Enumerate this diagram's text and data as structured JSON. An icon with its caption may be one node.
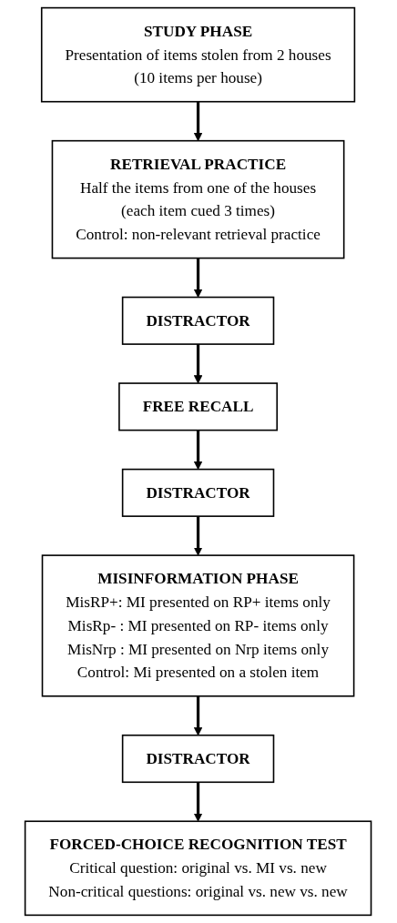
{
  "diagram": {
    "nodes": [
      {
        "text": [
          "STUDY PHASE",
          "Presentation of items stolen from 2 houses",
          "(10 items per house)"
        ]
      },
      {
        "text": [
          "RETRIEVAL PRACTICE",
          "Half the items from one of the houses",
          "(each item cued 3 times)",
          "Control: non-relevant retrieval practice"
        ]
      },
      {
        "text": [
          "DISTRACTOR"
        ]
      },
      {
        "text": [
          "FREE RECALL"
        ]
      },
      {
        "text": [
          "DISTRACTOR"
        ]
      },
      {
        "text": [
          "MISINFORMATION PHASE",
          "MisRP+: MI presented on RP+ items only",
          "MisRp- : MI presented on RP- items only",
          "MisNrp : MI presented on Nrp items only",
          "Control: Mi presented on a stolen item"
        ]
      },
      {
        "text": [
          "DISTRACTOR"
        ]
      },
      {
        "text": [
          "FORCED-CHOICE RECOGNITION TEST",
          "Critical question: original vs. MI vs. new",
          "Non-critical questions: original vs. new vs. new"
        ]
      }
    ],
    "edges": [
      {
        "from": 0,
        "to": 1,
        "arrow": "to"
      },
      {
        "from": 1,
        "to": 2,
        "arrow": "to"
      },
      {
        "from": 2,
        "to": 3,
        "arrow": "to"
      },
      {
        "from": 3,
        "to": 4,
        "arrow": "to"
      },
      {
        "from": 4,
        "to": 5,
        "arrow": "to"
      },
      {
        "from": 5,
        "to": 6,
        "arrow": "to"
      },
      {
        "from": 6,
        "to": 7,
        "arrow": "to"
      }
    ]
  }
}
